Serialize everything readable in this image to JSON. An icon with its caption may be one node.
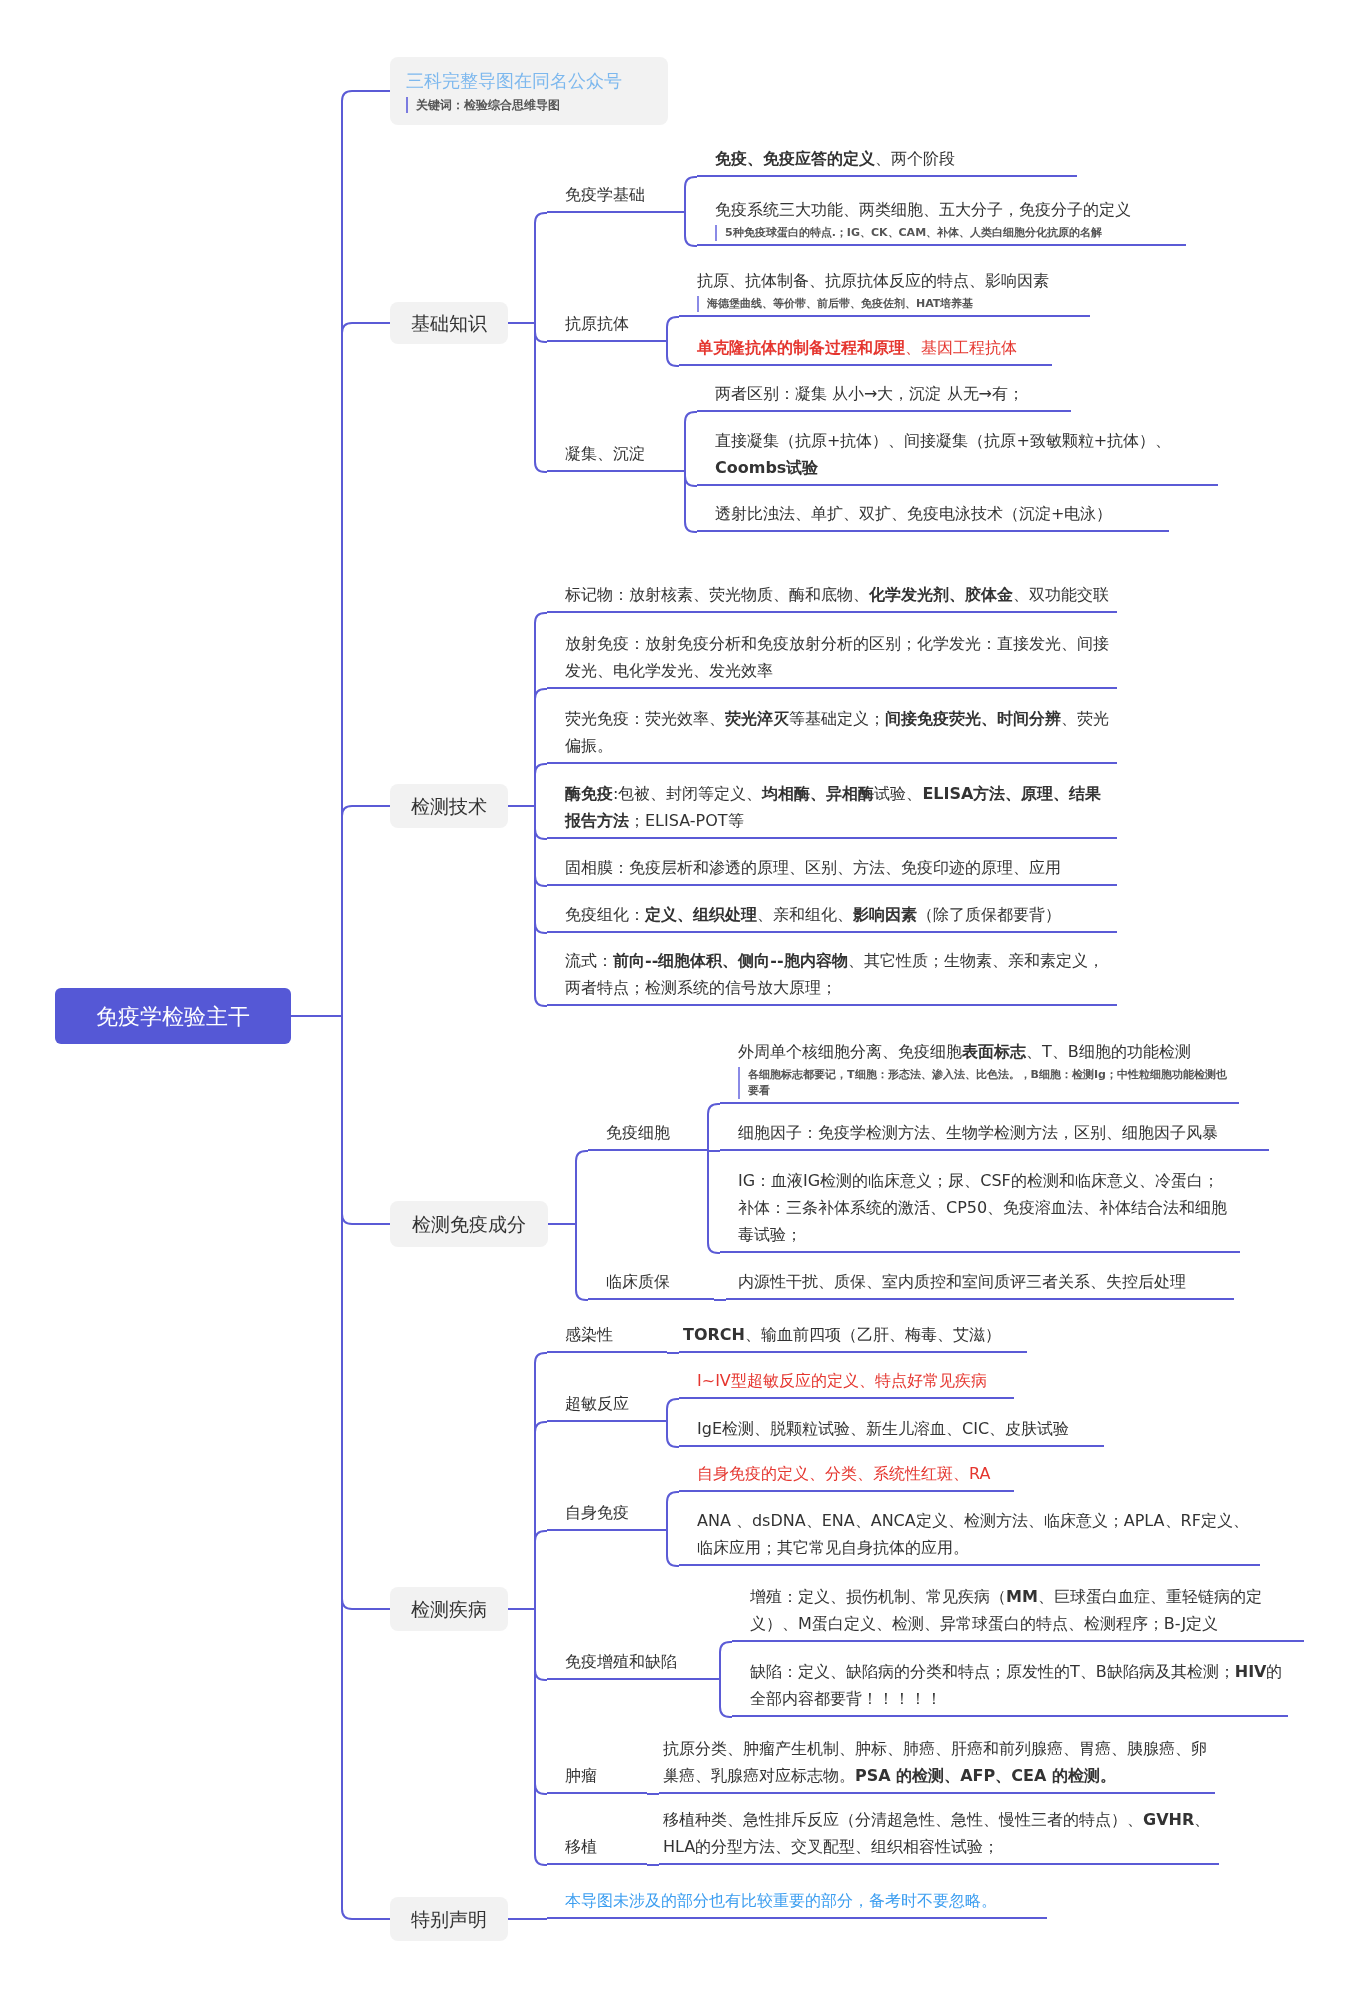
{
  "diagram": {
    "nodes": [
      {
        "text": [
          "免疫学检验主干"
        ]
      },
      {
        "text": [
          "三科完整导图在同名公众号",
          "关键词：检验综合思维导图"
        ]
      },
      {
        "text": [
          "基础知识"
        ]
      },
      {
        "text": [
          "免疫学基础"
        ]
      },
      {
        "text": [
          "**免疫、免疫应答的定义**、两个阶段"
        ]
      },
      {
        "text": [
          "免疫系统三大功能、两类细胞、五大分子，免疫分子的定义",
          "5种免疫球蛋白的特点.；IG、CK、CAM、补体、人类白细胞分化抗原的名解"
        ]
      },
      {
        "text": [
          "抗原抗体"
        ]
      },
      {
        "text": [
          "抗原、抗体制备、抗原抗体反应的特点、影响因素",
          "海德堡曲线、等价带、前后带、免疫佐剂、HAT培养基"
        ]
      },
      {
        "text": [
          "**单克隆抗体的制备过程和原理**、基因工程抗体"
        ]
      },
      {
        "text": [
          "凝集、沉淀"
        ]
      },
      {
        "text": [
          "两者区别：凝集 从小→大，沉淀 从无→有；"
        ]
      },
      {
        "text": [
          "直接凝集（抗原+抗体）、间接凝集（抗原+致敏颗粒+抗体）、**Coombs试验**"
        ]
      },
      {
        "text": [
          "透射比浊法、单扩、双扩、免疫电泳技术（沉淀+电泳）"
        ]
      },
      {
        "text": [
          "检测技术"
        ]
      },
      {
        "text": [
          "标记物：放射核素、荧光物质、酶和底物、**化学发光剂、胶体金**、双功能交联"
        ]
      },
      {
        "text": [
          "放射免疫：放射免疫分析和免疫放射分析的区别；化学发光：直接发光、间接发光、电化学发光、发光效率"
        ]
      },
      {
        "text": [
          "荧光免疫：荧光效率、**荧光淬灭**等基础定义；**间接免疫荧光、时间分辨**、荧光偏振。"
        ]
      },
      {
        "text": [
          "**酶免疫**:包被、封闭等定义、**均相酶、异相酶**试验、**ELISA方法、原理、结果报告方法**；ELISA-POT等"
        ]
      },
      {
        "text": [
          "固相膜：免疫层析和渗透的原理、区别、方法、免疫印迹的原理、应用"
        ]
      },
      {
        "text": [
          "免疫组化：**定义、组织处理**、亲和组化、**影响因素**（除了质保都要背）"
        ]
      },
      {
        "text": [
          "流式：**前向--细胞体积、侧向--胞内容物**、其它性质；生物素、亲和素定义，两者特点；检测系统的信号放大原理；"
        ]
      },
      {
        "text": [
          "检测免疫成分"
        ]
      },
      {
        "text": [
          "免疫细胞"
        ]
      },
      {
        "text": [
          "外周单个核细胞分离、免疫细胞**表面标志**、T、B细胞的功能检测",
          "各细胞标志都要记，T细胞：形态法、渗入法、比色法。，B细胞：检测Ig；中性粒细胞功能检测也要看"
        ]
      },
      {
        "text": [
          "细胞因子：免疫学检测方法、生物学检测方法，区别、细胞因子风暴"
        ]
      },
      {
        "text": [
          "IG：血液IG检测的临床意义；尿、CSF的检测和临床意义、冷蛋白；",
          "补体：三条补体系统的激活、CP50、免疫溶血法、补体结合法和细胞毒试验；"
        ]
      },
      {
        "text": [
          "临床质保"
        ]
      },
      {
        "text": [
          "内源性干扰、质保、室内质控和室间质评三者关系、失控后处理"
        ]
      },
      {
        "text": [
          "检测疾病"
        ]
      },
      {
        "text": [
          "感染性"
        ]
      },
      {
        "text": [
          "**TORCH**、输血前四项（乙肝、梅毒、艾滋）"
        ]
      },
      {
        "text": [
          "超敏反应"
        ]
      },
      {
        "text": [
          "I~IV型超敏反应的定义、特点好常见疾病"
        ]
      },
      {
        "text": [
          "IgE检测、脱颗粒试验、新生儿溶血、CIC、皮肤试验"
        ]
      },
      {
        "text": [
          "自身免疫"
        ]
      },
      {
        "text": [
          "自身免疫的定义、分类、系统性红斑、RA"
        ]
      },
      {
        "text": [
          "ANA 、dsDNA、ENA、ANCA定义、检测方法、临床意义；APLA、RF定义、临床应用；其它常见自身抗体的应用。"
        ]
      },
      {
        "text": [
          "免疫增殖和缺陷"
        ]
      },
      {
        "text": [
          "增殖：定义、损伤机制、常见疾病（**MM**、巨球蛋白血症、重轻链病的定义）、M蛋白定义、检测、异常球蛋白的特点、检测程序；B-J定义"
        ]
      },
      {
        "text": [
          "缺陷：定义、缺陷病的分类和特点；原发性的T、B缺陷病及其检测；**HIV**的全部内容都要背！！！！！"
        ]
      },
      {
        "text": [
          "肿瘤"
        ]
      },
      {
        "text": [
          "抗原分类、肿瘤产生机制、肿标、肺癌、肝癌和前列腺癌、胃癌、胰腺癌、卵巢癌、乳腺癌对应标志物。**PSA 的检测、AFP、CEA 的检测。**"
        ]
      },
      {
        "text": [
          "移植"
        ]
      },
      {
        "text": [
          "移植种类、急性排斥反应（分清超急性、急性、慢性三者的特点）、**GVHR**、HLA的分型方法、交叉配型、组织相容性试验；"
        ]
      },
      {
        "text": [
          "特别声明"
        ]
      },
      {
        "text": [
          "本导图未涉及的部分也有比较重要的部分，备考时不要忽略。"
        ]
      }
    ],
    "edges": [
      {
        "from": 0,
        "to": 1,
        "arrow": "none"
      },
      {
        "from": 0,
        "to": 2,
        "arrow": "none"
      },
      {
        "from": 0,
        "to": 13,
        "arrow": "none"
      },
      {
        "from": 0,
        "to": 21,
        "arrow": "none"
      },
      {
        "from": 0,
        "to": 28,
        "arrow": "none"
      },
      {
        "from": 0,
        "to": 44,
        "arrow": "none"
      },
      {
        "from": 2,
        "to": 3,
        "arrow": "none"
      },
      {
        "from": 2,
        "to": 6,
        "arrow": "none"
      },
      {
        "from": 2,
        "to": 9,
        "arrow": "none"
      },
      {
        "from": 3,
        "to": 4,
        "arrow": "none"
      },
      {
        "from": 3,
        "to": 5,
        "arrow": "none"
      },
      {
        "from": 6,
        "to": 7,
        "arrow": "none"
      },
      {
        "from": 6,
        "to": 8,
        "arrow": "none"
      },
      {
        "from": 9,
        "to": 10,
        "arrow": "none"
      },
      {
        "from": 9,
        "to": 11,
        "arrow": "none"
      },
      {
        "from": 9,
        "to": 12,
        "arrow": "none"
      },
      {
        "from": 13,
        "to": 14,
        "arrow": "none"
      },
      {
        "from": 13,
        "to": 15,
        "arrow": "none"
      },
      {
        "from": 13,
        "to": 16,
        "arrow": "none"
      },
      {
        "from": 13,
        "to": 17,
        "arrow": "none"
      },
      {
        "from": 13,
        "to": 18,
        "arrow": "none"
      },
      {
        "from": 13,
        "to": 19,
        "arrow": "none"
      },
      {
        "from": 13,
        "to": 20,
        "arrow": "none"
      },
      {
        "from": 21,
        "to": 22,
        "arrow": "none"
      },
      {
        "from": 21,
        "to": 26,
        "arrow": "none"
      },
      {
        "from": 22,
        "to": 23,
        "arrow": "none"
      },
      {
        "from": 22,
        "to": 24,
        "arrow": "none"
      },
      {
        "from": 22,
        "to": 25,
        "arrow": "none"
      },
      {
        "from": 26,
        "to": 27,
        "arrow": "none"
      },
      {
        "from": 28,
        "to": 29,
        "arrow": "none"
      },
      {
        "from": 28,
        "to": 31,
        "arrow": "none"
      },
      {
        "from": 28,
        "to": 34,
        "arrow": "none"
      },
      {
        "from": 28,
        "to": 37,
        "arrow": "none"
      },
      {
        "from": 28,
        "to": 40,
        "arrow": "none"
      },
      {
        "from": 28,
        "to": 42,
        "arrow": "none"
      },
      {
        "from": 29,
        "to": 30,
        "arrow": "none"
      },
      {
        "from": 31,
        "to": 32,
        "arrow": "none"
      },
      {
        "from": 31,
        "to": 33,
        "arrow": "none"
      },
      {
        "from": 34,
        "to": 35,
        "arrow": "none"
      },
      {
        "from": 34,
        "to": 36,
        "arrow": "none"
      },
      {
        "from": 37,
        "to": 38,
        "arrow": "none"
      },
      {
        "from": 37,
        "to": 39,
        "arrow": "none"
      },
      {
        "from": 40,
        "to": 41,
        "arrow": "none"
      },
      {
        "from": 42,
        "to": 43,
        "arrow": "none"
      },
      {
        "from": 44,
        "to": 45,
        "arrow": "none"
      }
    ]
  }
}
